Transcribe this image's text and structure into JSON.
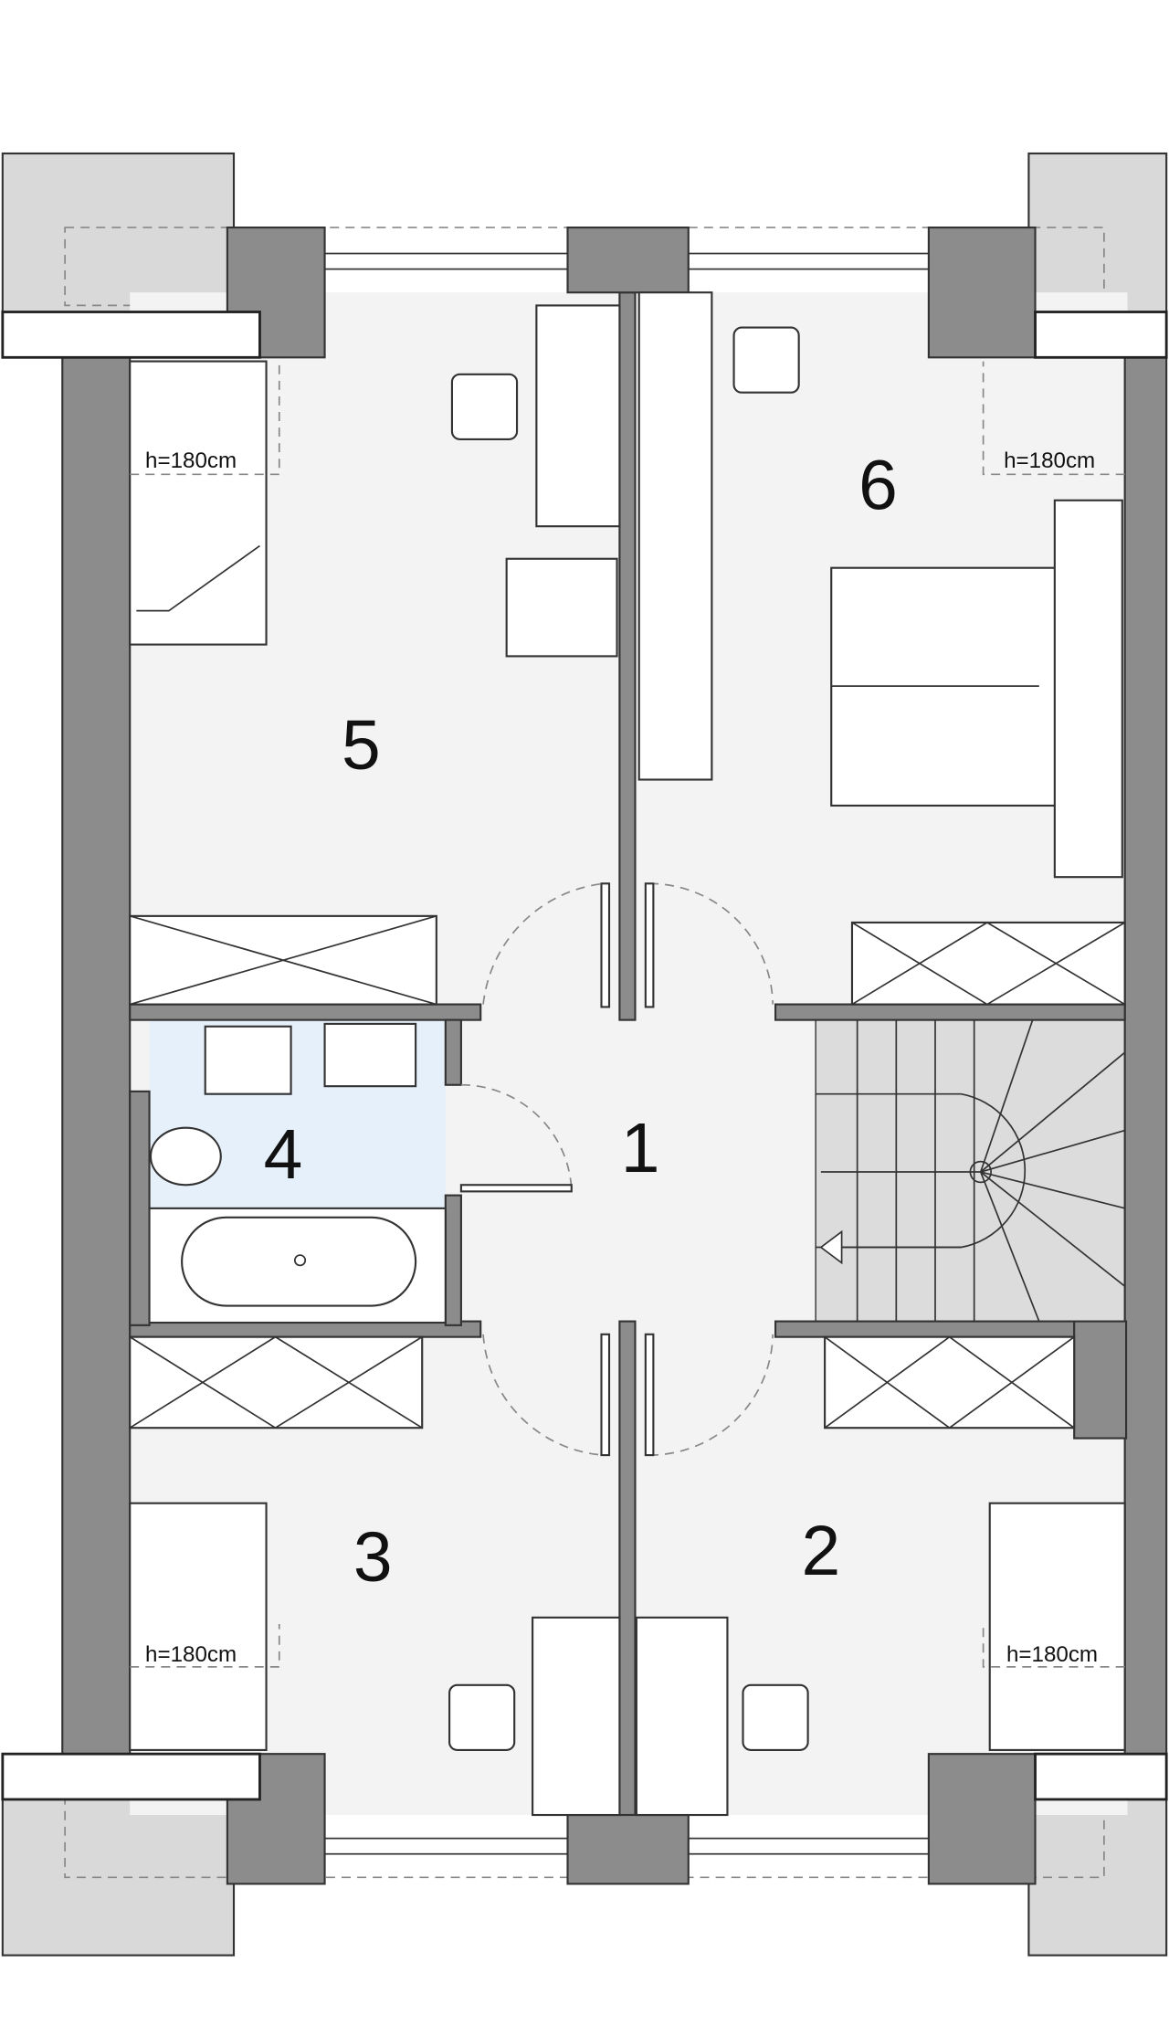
{
  "plan": {
    "rooms": [
      {
        "number": "1"
      },
      {
        "number": "2"
      },
      {
        "number": "3"
      },
      {
        "number": "4"
      },
      {
        "number": "5"
      },
      {
        "number": "6"
      }
    ],
    "ceiling_labels": [
      "h=180cm",
      "h=180cm",
      "h=180cm",
      "h=180cm"
    ],
    "colors": {
      "wall": "#8c8c8c",
      "floor": "#f3f3f3",
      "bathroom": "#e6f0fa",
      "balcony": "#d9d9d9"
    }
  }
}
